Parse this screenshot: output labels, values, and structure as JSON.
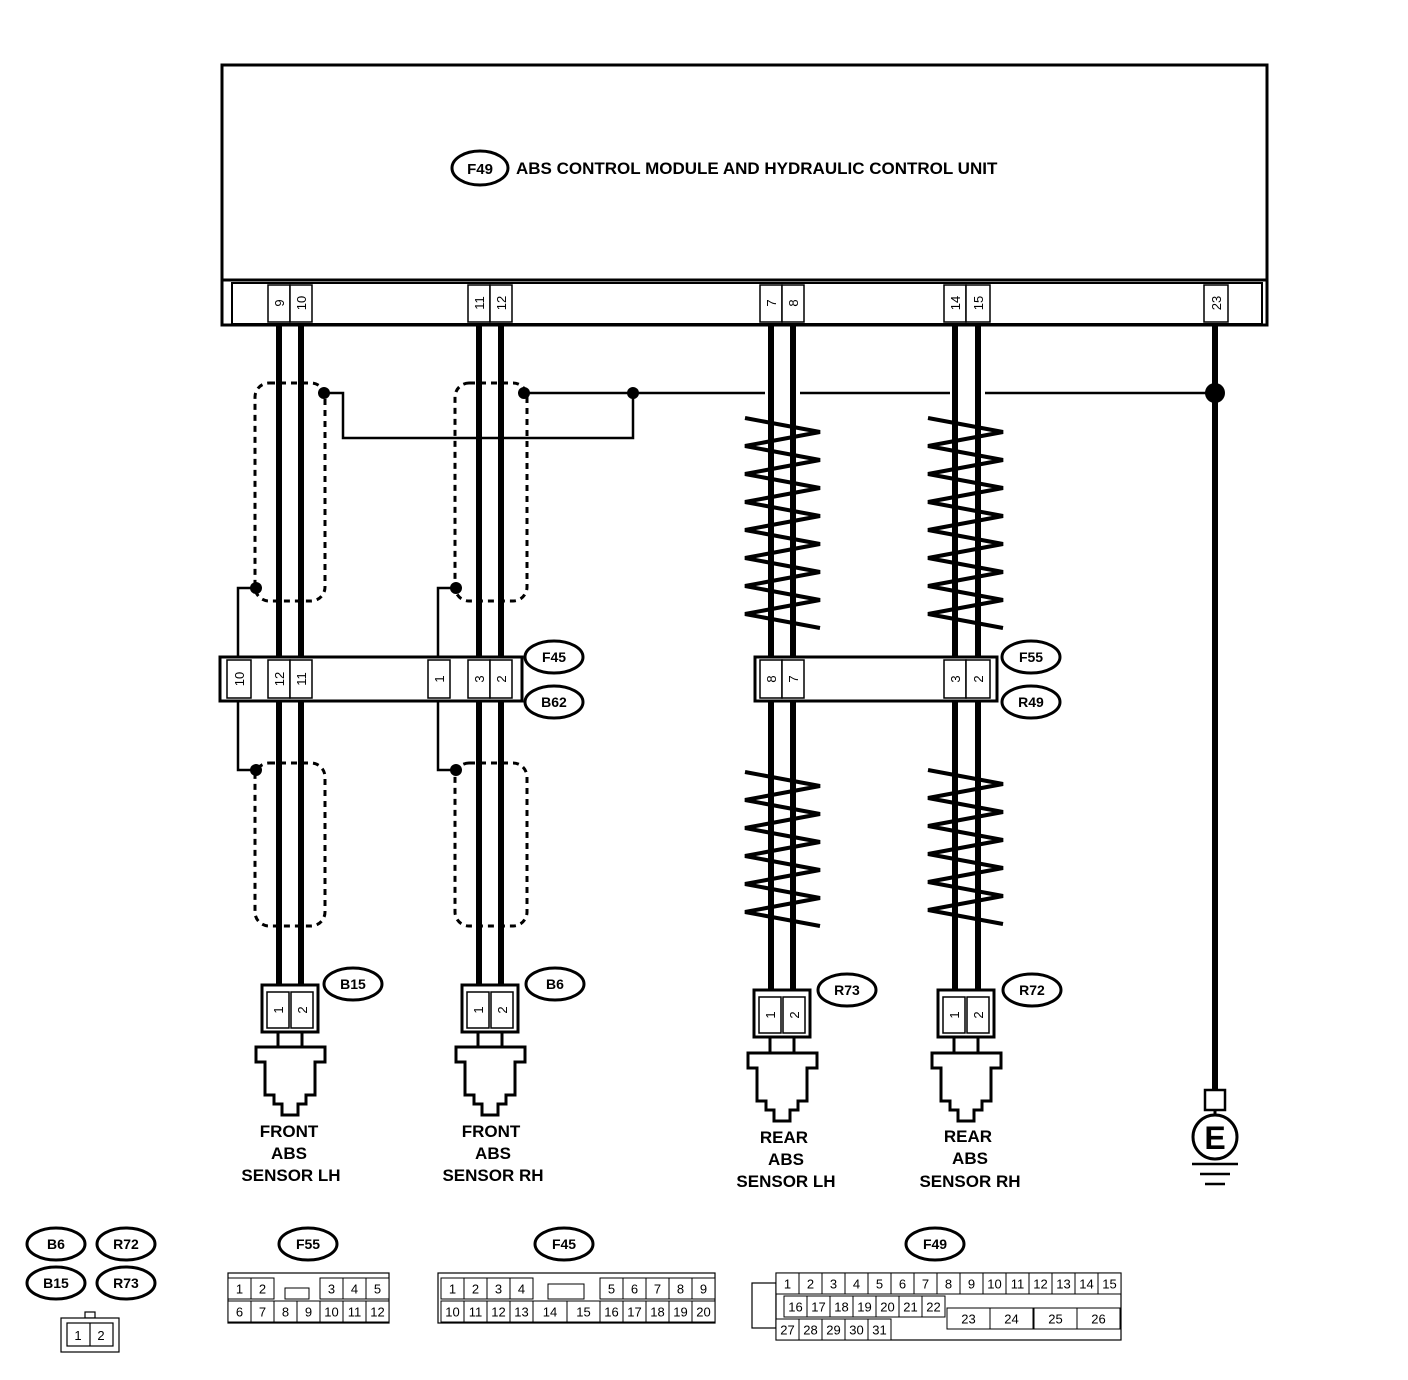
{
  "module": {
    "connector": "F49",
    "title": "ABS CONTROL MODULE AND HYDRAULIC  CONTROL UNIT",
    "pins": [
      "9",
      "10",
      "11",
      "12",
      "7",
      "8",
      "14",
      "15",
      "23"
    ]
  },
  "junction_left": {
    "connector_top": "F45",
    "connector_bottom": "B62",
    "pins": [
      "10",
      "12",
      "11",
      "1",
      "3",
      "2"
    ]
  },
  "junction_right": {
    "connector_top": "F55",
    "connector_bottom": "R49",
    "pins": [
      "8",
      "7",
      "3",
      "2"
    ]
  },
  "sensors": [
    {
      "connector": "B15",
      "label": [
        "FRONT",
        "ABS",
        "SENSOR LH"
      ],
      "pins": [
        "1",
        "2"
      ]
    },
    {
      "connector": "B6",
      "label": [
        "FRONT",
        "ABS",
        "SENSOR RH"
      ],
      "pins": [
        "1",
        "2"
      ]
    },
    {
      "connector": "R73",
      "label": [
        "REAR",
        "ABS",
        "SENSOR LH"
      ],
      "pins": [
        "1",
        "2"
      ]
    },
    {
      "connector": "R72",
      "label": [
        "REAR",
        "ABS",
        "SENSOR RH"
      ],
      "pins": [
        "1",
        "2"
      ]
    }
  ],
  "ground": {
    "symbol": "E"
  },
  "legend": {
    "small_connectors": [
      "B6",
      "R72",
      "B15",
      "R73"
    ],
    "small_pins": [
      "1",
      "2"
    ],
    "f55": {
      "label": "F55",
      "row1": [
        "1",
        "2",
        "3",
        "4",
        "5"
      ],
      "row2": [
        "6",
        "7",
        "8",
        "9",
        "10",
        "11",
        "12"
      ]
    },
    "f45": {
      "label": "F45",
      "row1": [
        "1",
        "2",
        "3",
        "4",
        "5",
        "6",
        "7",
        "8",
        "9"
      ],
      "row2": [
        "10",
        "11",
        "12",
        "13",
        "14",
        "15",
        "16",
        "17",
        "18",
        "19",
        "20"
      ]
    },
    "f49": {
      "label": "F49",
      "row1": [
        "1",
        "2",
        "3",
        "4",
        "5",
        "6",
        "7",
        "8",
        "9",
        "10",
        "11",
        "12",
        "13",
        "14",
        "15"
      ],
      "row2": [
        "16",
        "17",
        "18",
        "19",
        "20",
        "21",
        "22"
      ],
      "row2b": [
        "23",
        "24",
        "25",
        "26"
      ],
      "row3": [
        "27",
        "28",
        "29",
        "30",
        "31"
      ]
    }
  }
}
